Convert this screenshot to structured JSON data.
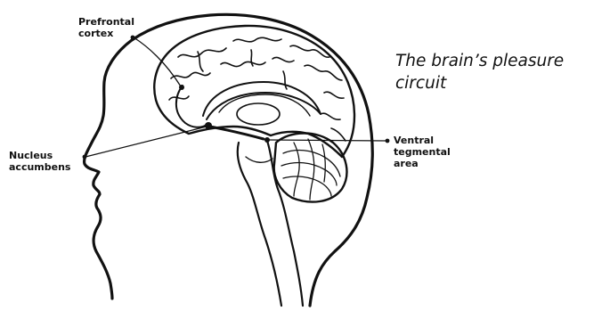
{
  "caption": "The brain’s pleasure circuit",
  "labels": {
    "prefrontal_cortex": [
      "Prefrontal",
      "cortex"
    ],
    "nucleus_accumbens": [
      "Nucleus",
      "accumbens"
    ],
    "ventral_tegmental_area": [
      "Ventral",
      "tegmental",
      "area"
    ]
  },
  "colors": {
    "ink": "#111111",
    "background": "#ffffff"
  }
}
